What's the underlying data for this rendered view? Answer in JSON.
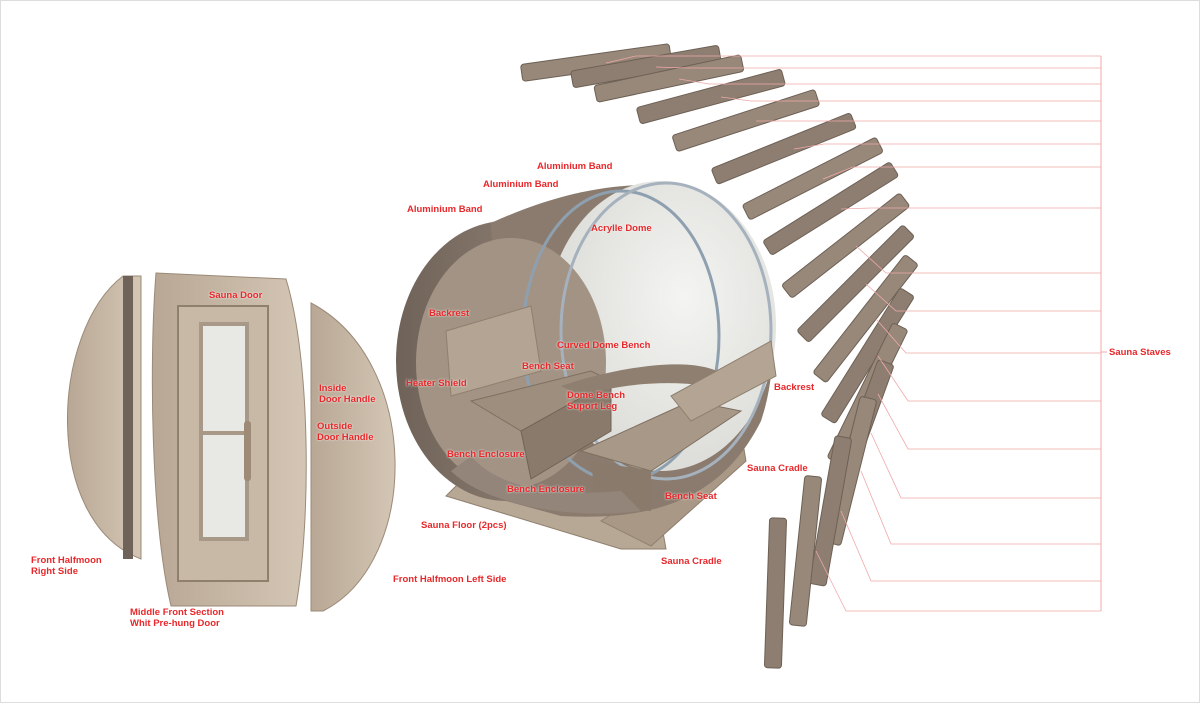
{
  "colors": {
    "label": "#e8282b",
    "leader": "#f0a0a0",
    "wood": "#8a7a6c",
    "wood_light": "#c9b9a6",
    "band": "#9aa6b4"
  },
  "labels": {
    "aluminium_band_1": "Aluminium Band",
    "aluminium_band_2": "Aluminium Band",
    "aluminium_band_3": "Aluminium Band",
    "acrylic_dome": "Acrylle Dome",
    "backrest_1": "Backrest",
    "curved_dome_bench": "Curved Dome Bench",
    "bench_seat_1": "Bench Seat",
    "heater_shield": "Heater Shield",
    "dome_bench_support_leg_1": "Dome Bench",
    "dome_bench_support_leg_2": "Suport Leg",
    "bench_enclosure_1": "Bench Enclosure",
    "bench_enclosure_2": "Bench Enclosure",
    "sauna_floor": "Sauna Floor (2pcs)",
    "bench_seat_2": "Bench Seat",
    "backrest_2": "Backrest",
    "sauna_cradle_1": "Sauna Cradle",
    "sauna_cradle_2": "Sauna Cradle",
    "sauna_staves": "Sauna Staves",
    "sauna_door": "Sauna Door",
    "inside_door_handle_1": "Inside",
    "inside_door_handle_2": "Door Handle",
    "outside_door_handle_1": "Outside",
    "outside_door_handle_2": "Door Handle",
    "front_halfmoon_right_1": "Front Halfmoon",
    "front_halfmoon_right_2": "Right Side",
    "middle_front_section_1": "Middle Front Section",
    "middle_front_section_2": "Whit Pre-hung Door",
    "front_halfmoon_left": "Front Halfmoon Left Side"
  }
}
